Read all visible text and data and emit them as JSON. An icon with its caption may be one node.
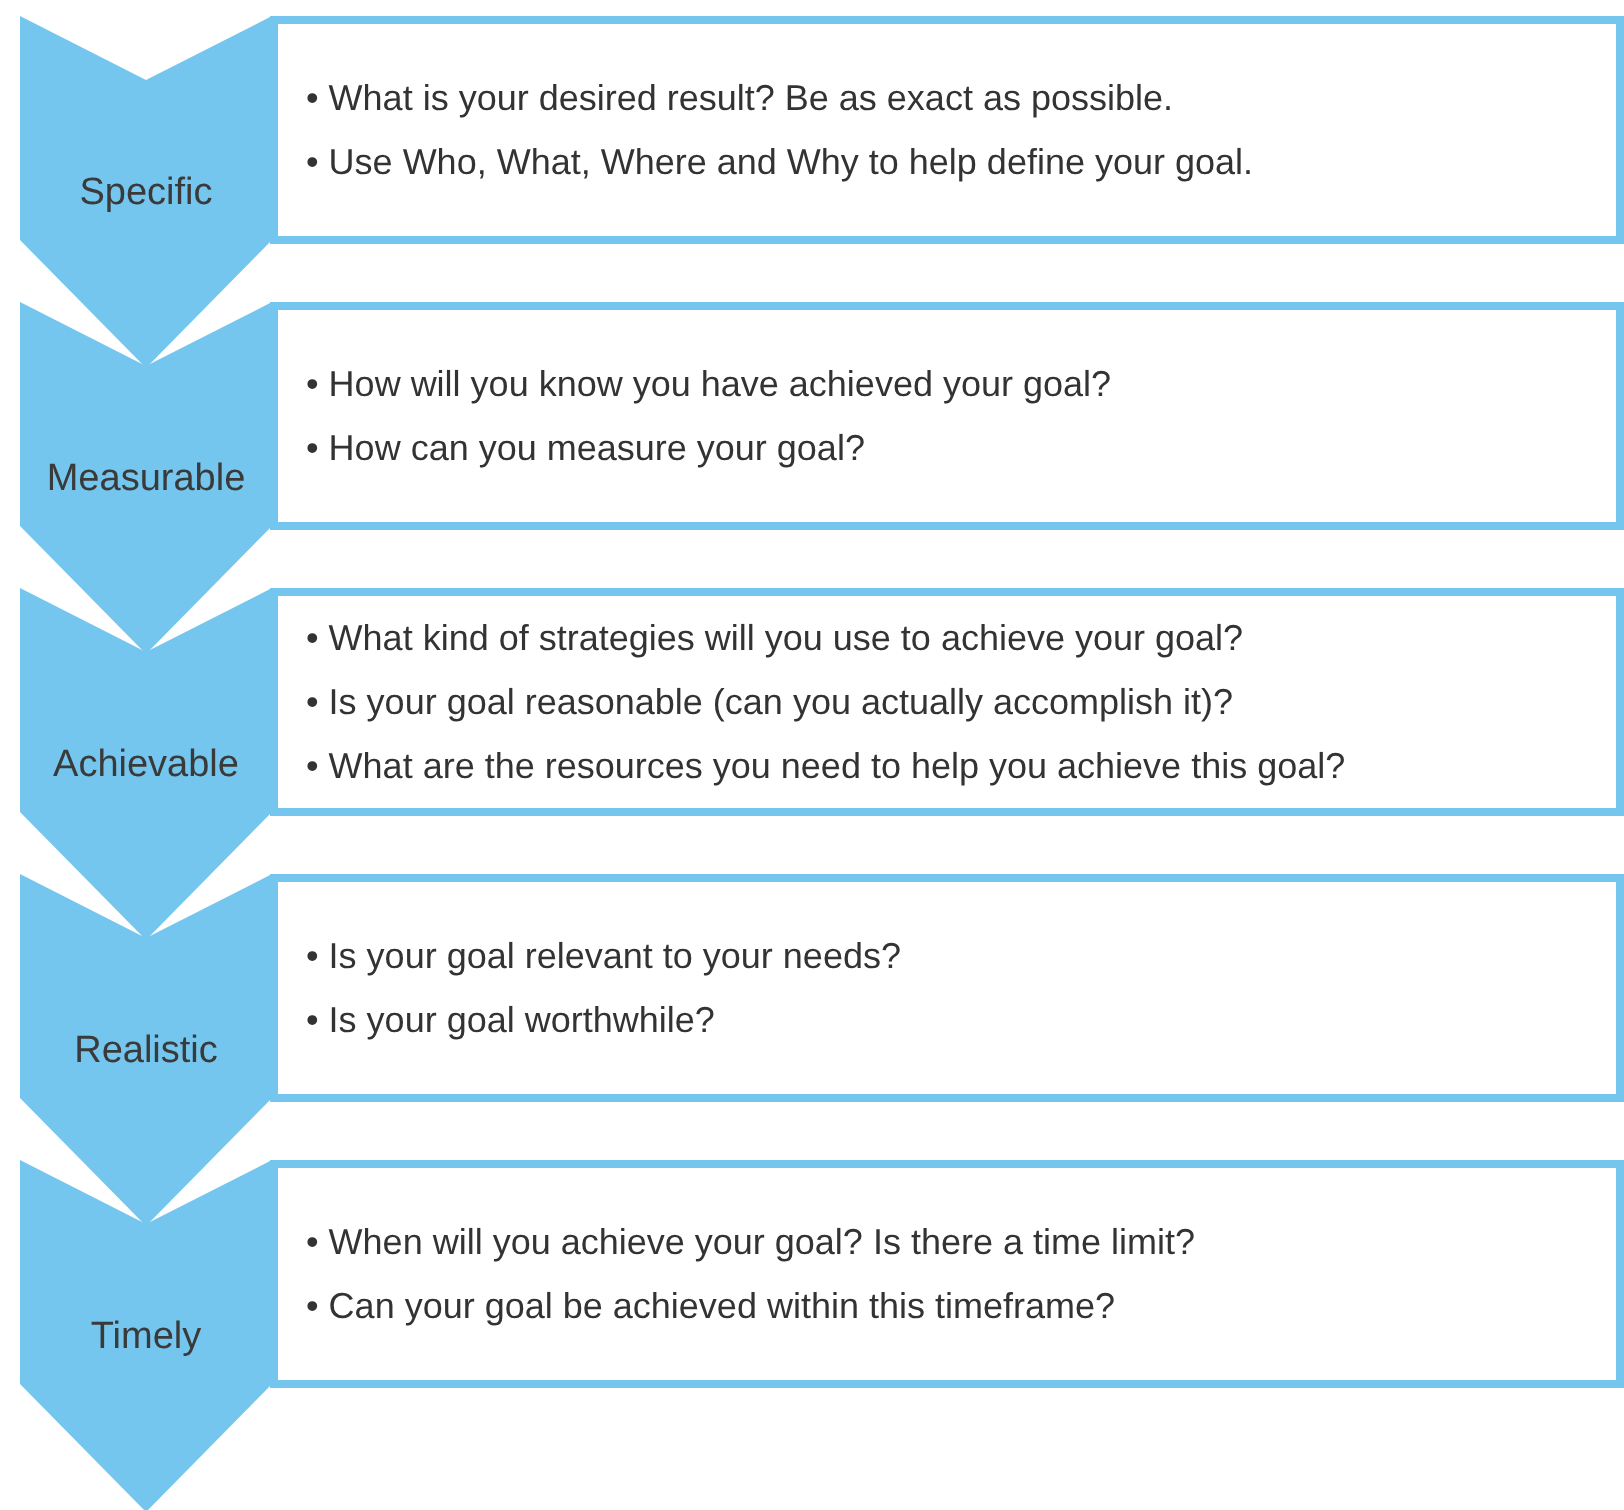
{
  "diagram": {
    "nodes": [
      {
        "text": [
          "Specific"
        ]
      },
      {
        "text": [
          "• What is your desired result? Be as exact as possible.",
          "• Use Who, What, Where and Why to help define your goal."
        ]
      },
      {
        "text": [
          "Measurable"
        ]
      },
      {
        "text": [
          "• How will you know you have achieved your goal?",
          "• How can you measure your goal?"
        ]
      },
      {
        "text": [
          "Achievable"
        ]
      },
      {
        "text": [
          "• What kind of strategies will you use to achieve your goal?",
          "• Is your goal reasonable (can you actually accomplish it)?",
          "• What are the resources you need to help you achieve this goal?"
        ]
      },
      {
        "text": [
          "Realistic"
        ]
      },
      {
        "text": [
          "• Is your goal relevant to your needs?",
          "• Is your goal worthwhile?"
        ]
      },
      {
        "text": [
          "Timely"
        ]
      },
      {
        "text": [
          "• When will you achieve your goal? Is there a time limit?",
          "• Can your goal be achieved within this timeframe?"
        ]
      }
    ]
  }
}
